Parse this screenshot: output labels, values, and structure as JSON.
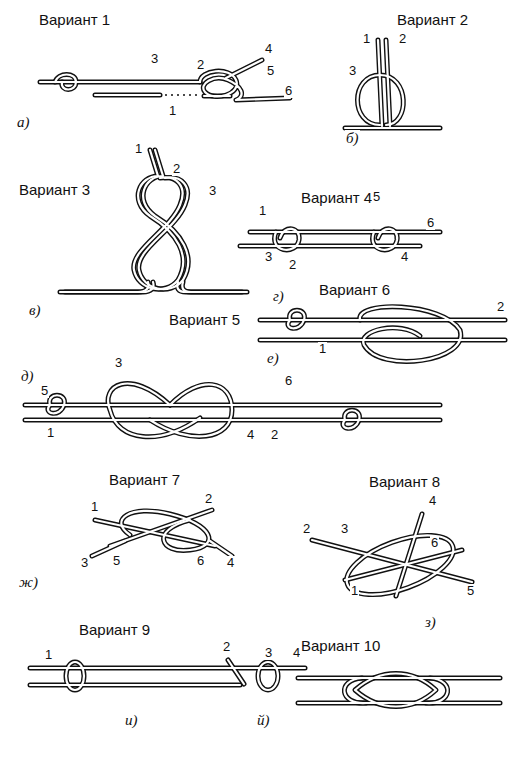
{
  "diagram": {
    "labels": [
      "Вариант 1",
      "3",
      "2",
      "4",
      "5",
      "6",
      "1",
      "а)",
      "Вариант 2",
      "1",
      "2",
      "3",
      "б)",
      "Вариант 3",
      "1",
      "2",
      "3",
      "в)",
      "Вариант 4",
      "1",
      "5",
      "6",
      "3",
      "2",
      "4",
      "г)",
      "Вариант 5",
      "5",
      "3",
      "6",
      "1",
      "4",
      "2",
      "д)",
      "Вариант 6",
      "2",
      "1",
      "е)",
      "Вариант 7",
      "1",
      "2",
      "3",
      "5",
      "6",
      "4",
      "ж)",
      "Вариант 8",
      "4",
      "2",
      "3",
      "6",
      "1",
      "5",
      "з)",
      "Вариант 9",
      "1",
      "2",
      "3",
      "4",
      "и)",
      "Вариант 10",
      "й)"
    ]
  }
}
